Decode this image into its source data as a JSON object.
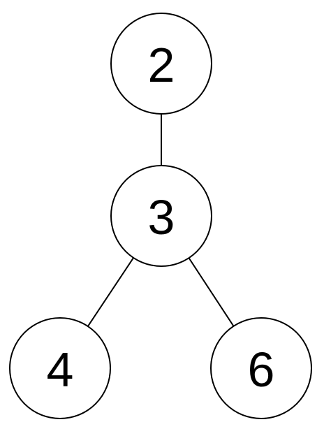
{
  "tree": {
    "nodes": [
      {
        "id": "n2",
        "label": "2"
      },
      {
        "id": "n3",
        "label": "3"
      },
      {
        "id": "n4",
        "label": "4"
      },
      {
        "id": "n6",
        "label": "6"
      }
    ],
    "edges": [
      {
        "from": "n2",
        "to": "n3"
      },
      {
        "from": "n3",
        "to": "n4"
      },
      {
        "from": "n3",
        "to": "n6"
      }
    ]
  }
}
